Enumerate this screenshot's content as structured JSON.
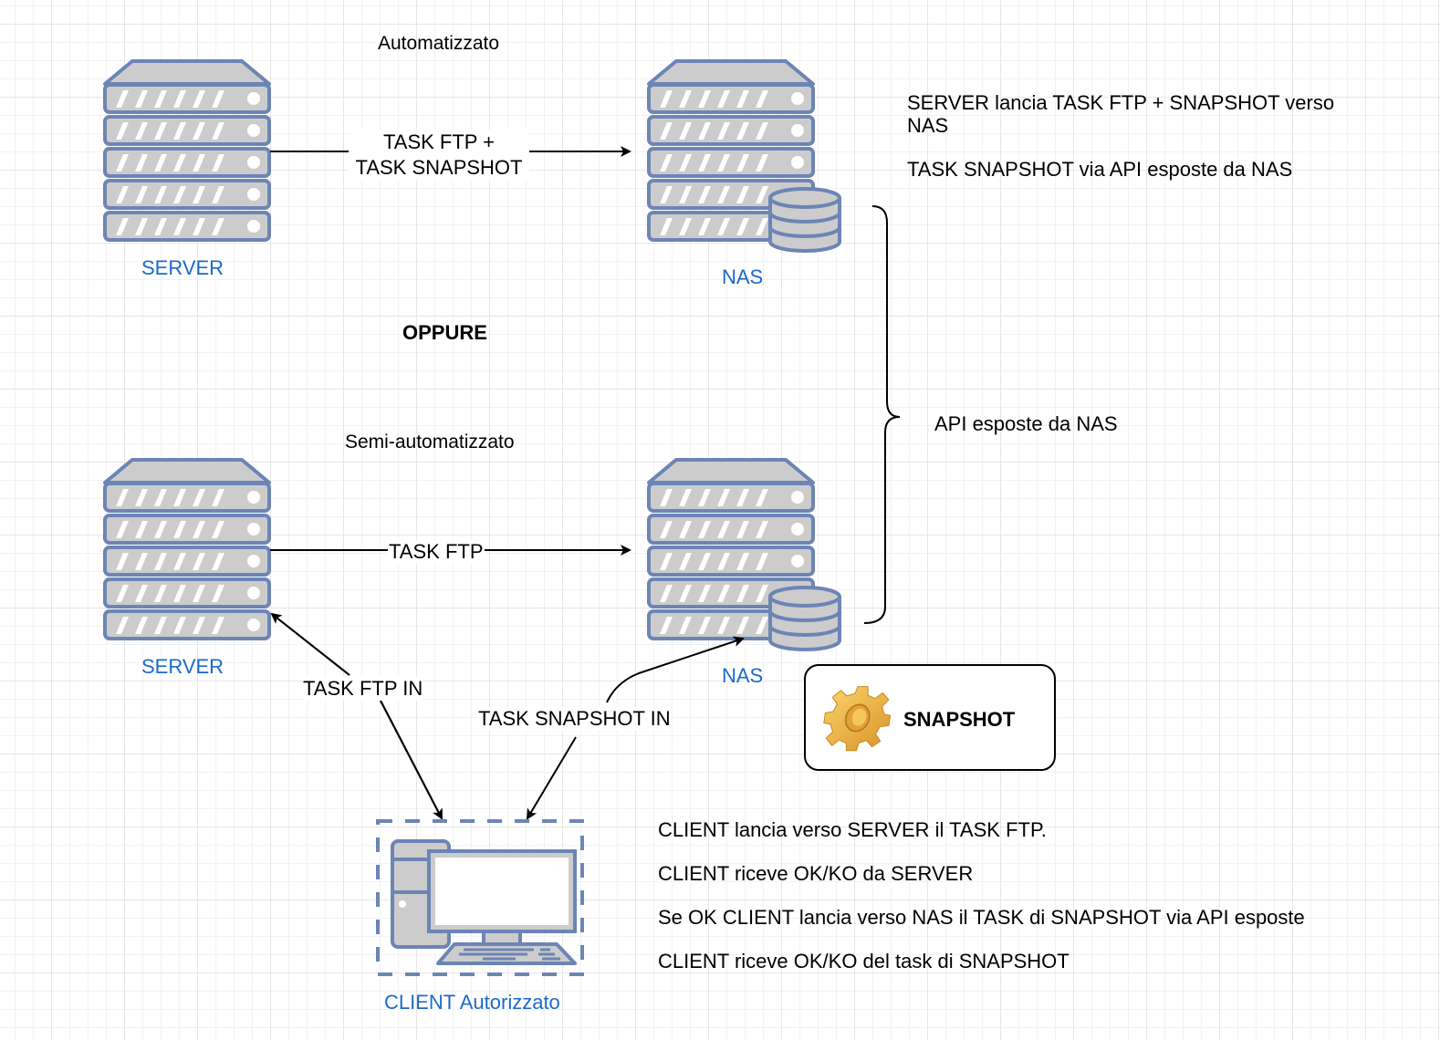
{
  "section_automated": {
    "title": "Automatizzato",
    "server_label": "SERVER",
    "nas_label": "NAS",
    "edge_label_line1": "TASK FTP +",
    "edge_label_line2": "TASK SNAPSHOT",
    "notes": [
      "SERVER lancia TASK FTP + SNAPSHOT verso",
      "NAS",
      "TASK SNAPSHOT via API esposte da NAS"
    ]
  },
  "separator": "OPPURE",
  "section_semi": {
    "title": "Semi-automatizzato",
    "server_label": "SERVER",
    "nas_label": "NAS",
    "edge_label": "TASK FTP",
    "client_label": "CLIENT Autorizzato",
    "edge_ftp_in": "TASK FTP IN",
    "edge_snapshot_in": "TASK SNAPSHOT IN",
    "notes": [
      "CLIENT lancia verso SERVER il TASK FTP.",
      "CLIENT riceve OK/KO da SERVER",
      "Se OK CLIENT lancia verso NAS il TASK di SNAPSHOT via API esposte",
      "CLIENT riceve OK/KO del task di SNAPSHOT"
    ]
  },
  "brace_label": "API esposte da NAS",
  "snapshot_box": {
    "label": "SNAPSHOT",
    "icon": "gear-icon"
  },
  "colors": {
    "icon_stroke": "#6c85b5",
    "icon_fill": "#cccccc",
    "label_blue": "#1b6ac9",
    "gear": "#f0b840"
  }
}
